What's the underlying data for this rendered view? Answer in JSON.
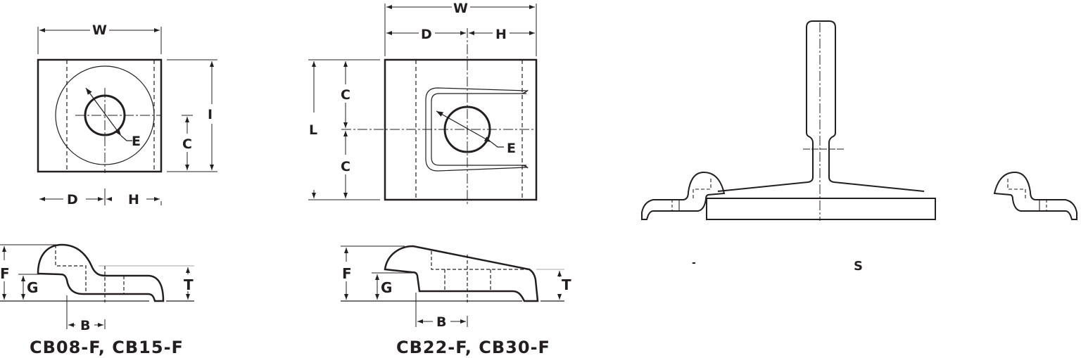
{
  "drawings": [
    {
      "id": "cb08-cb15",
      "caption": "CB08-F, CB15-F",
      "plan_view_labels": {
        "W": "W",
        "I": "I",
        "C": "C",
        "E": "E",
        "D": "D",
        "H": "H"
      },
      "side_view_labels": {
        "F": "F",
        "G": "G",
        "T": "T",
        "B": "B"
      }
    },
    {
      "id": "cb22-cb30",
      "caption": "CB22-F, CB30-F",
      "plan_view_labels": {
        "W": "W",
        "D": "D",
        "H": "H",
        "L": "L",
        "C_top": "C",
        "C_bottom": "C",
        "E": "E"
      },
      "side_view_labels": {
        "F": "F",
        "G": "G",
        "T": "T",
        "B": "B"
      }
    },
    {
      "id": "rail-assembly",
      "caption": "",
      "labels": {
        "left_mark": "-",
        "S": "S"
      }
    }
  ],
  "colors": {
    "line": "#231f20",
    "thin": "#555555",
    "background": "#ffffff"
  }
}
